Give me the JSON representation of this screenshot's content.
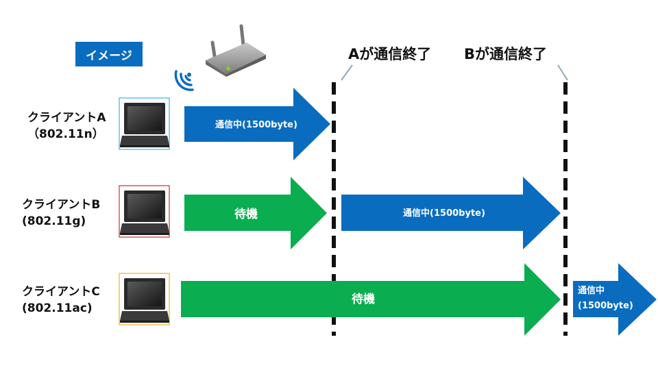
{
  "badge": "イメージ",
  "events": {
    "a_done": "Aが通信終了",
    "b_done": "Bが通信終了"
  },
  "clients": [
    {
      "name": "クライアントA",
      "standard": "（802.11n）",
      "frame_color": "#35b2e6"
    },
    {
      "name": "クライアントB",
      "standard": "(802.11g)",
      "frame_color": "#c9302c"
    },
    {
      "name": "クライアントC",
      "standard": "(802.11ac)",
      "frame_color": "#f0b020"
    }
  ],
  "arrows": {
    "a_tx": "通信中(1500byte)",
    "b_wait": "待機",
    "b_tx": "通信中(1500byte)",
    "c_wait": "待機",
    "c_tx_line1": "通信中",
    "c_tx_line2": "(1500byte)"
  },
  "colors": {
    "transmit": "#0a6cbf",
    "wait": "#0aad4f",
    "marker": "#111111",
    "connector": "#8ea9b8"
  }
}
